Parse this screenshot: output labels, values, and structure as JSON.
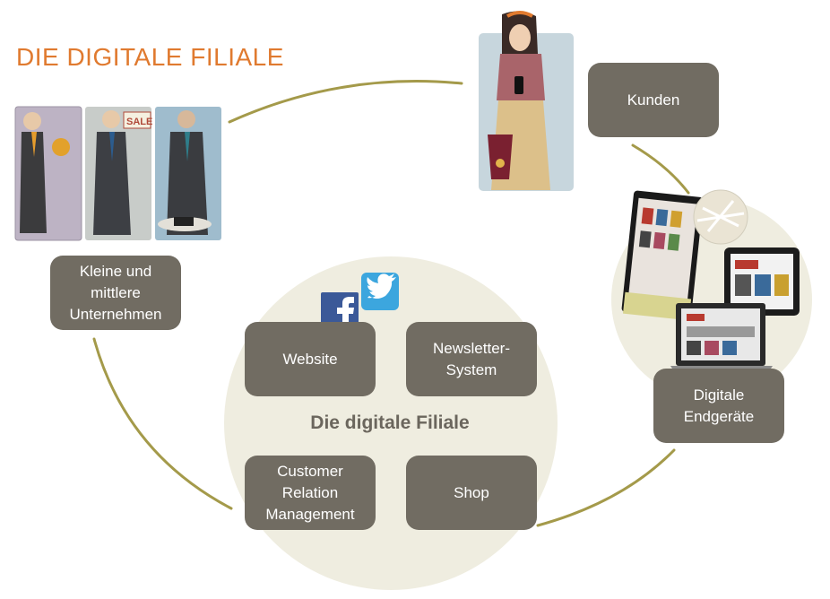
{
  "page": {
    "title": "DIE DIGITALE FILIALE",
    "center_label": "Die digitale Filiale"
  },
  "nodes": {
    "kunden": "Kunden",
    "kmu": "Kleine und\nmittlere\nUnternehmen",
    "geraete": "Digitale\nEndgeräte",
    "website": "Website",
    "newsletter": "Newsletter-\nSystem",
    "crm": "Customer\nRelation\nManagement",
    "shop": "Shop"
  },
  "illustrations": {
    "business_people": "businessmen-illustration",
    "customer": "woman-with-phone-illustration",
    "devices": "tablets-and-laptop-illustration",
    "social": [
      "facebook-icon",
      "twitter-icon"
    ]
  },
  "colors": {
    "title": "#e07a2f",
    "box": "#716c62",
    "connector": "#a49a4a",
    "circle": "#efede0"
  }
}
